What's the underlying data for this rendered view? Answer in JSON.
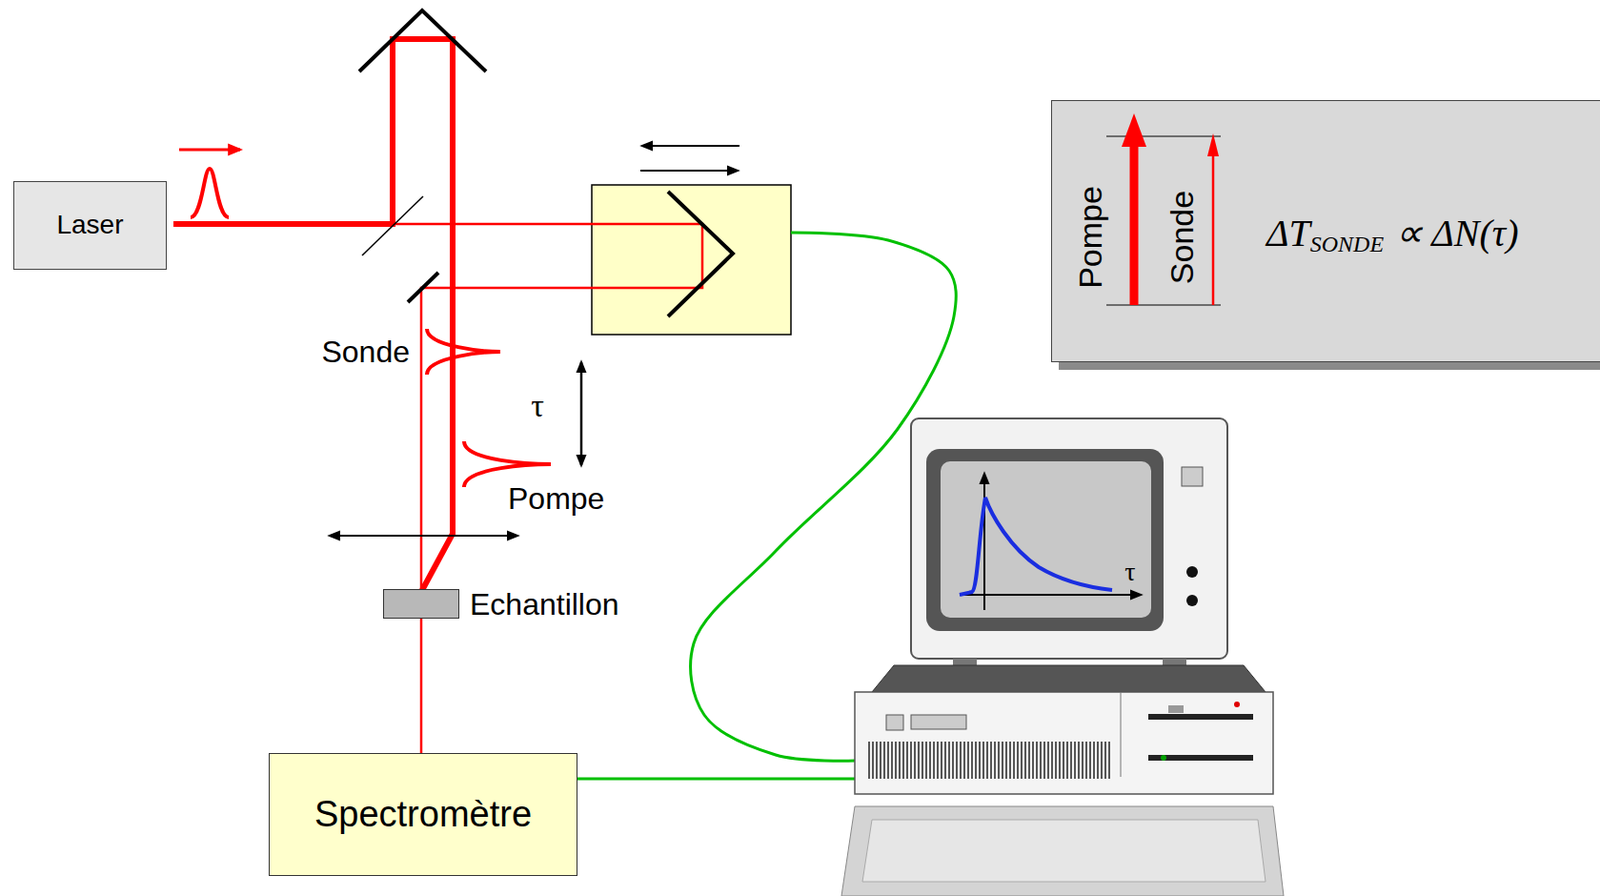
{
  "diagram": {
    "nodes": [
      {
        "text": [
          "Laser"
        ]
      },
      {
        "text": [
          "Pompe",
          "Sonde",
          "ΔT",
          "SONDE",
          "∝ ΔN(τ)"
        ]
      },
      {
        "text": [
          "Echantillon"
        ]
      },
      {
        "text": [
          "Spectromètre"
        ]
      }
    ],
    "edges": [
      {
        "from": 2,
        "to": 3,
        "arrow": "none"
      }
    ],
    "labels": [
      "Sonde",
      "τ",
      "Pompe",
      "τ"
    ]
  }
}
